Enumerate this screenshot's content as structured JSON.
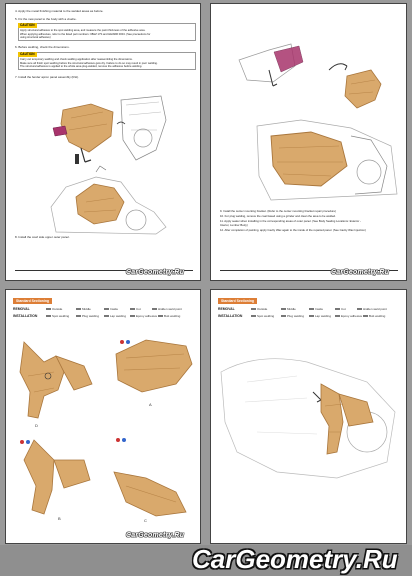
{
  "page1": {
    "steps": [
      "4. Apply the metal finishing material to the welded areas as before.",
      "5. Fix the new panel to the body with a visehe.",
      "6. Before welding, check the dimensions.",
      "7. Install the fender apron panel assembly (RH)."
    ],
    "caution1_label": "CAUTION",
    "caution1_lines": [
      "Apply structural adhesive to the spot welding area, and measure the paint thickness of the adhesive area.",
      "When applying adhesives, refer to the listed part numbers: 08HZ 17S and HE4996 0004. (See precautions for",
      "using structural adhesive)"
    ],
    "caution2_label": "CAUTION",
    "caution2_lines": [
      "Carry out temporary welding and check welding application after reassembling the dimensions.",
      "Make sure all finish spot welding before the structural adhesive gets dry. Failure to do so may result in poor welding.",
      "The structural adhesive is applied to the whole area plug-welded, remove the adhesive before welding."
    ],
    "step8": "8. Install the cowl side upper outer panel.",
    "watermark": "CarGeometry.Ru"
  },
  "page2": {
    "steps": [
      "9. Install the center mounting bracket. (Refer to the center mounting bracket repair procedure)",
      "10. For plug welding, remove the coat based using a grinder and clean the area to be welded.",
      "11. Apply sealer when installing in the corresponding areas of outer panel. (See Body Sealing Locations: Exterior -",
      "     Interior, Lumber Body)",
      "12. After completion of painting, apply Cavity Wax again to the inside of the repaired panel. (See Cavity Wax Injection)"
    ],
    "watermark": "CarGeometry.Ru"
  },
  "page3": {
    "tag": "Standard Sectioning",
    "removal_label": "REMOVAL",
    "installation_label": "INSTALLATION",
    "removal_items": [
      "Outside",
      "Middle",
      "Inside",
      "Cut",
      "Hidden weld point"
    ],
    "installation_items": [
      "Spot welding",
      "Plug welding",
      "Lap welding",
      "Epoxy adhesive",
      "Butt welding"
    ],
    "labels": [
      "A",
      "B",
      "C",
      "D"
    ],
    "watermark": "CarGeometry.Ru"
  },
  "page4": {
    "tag": "Standard Sectioning",
    "removal_label": "REMOVAL",
    "installation_label": "INSTALLATION",
    "removal_items": [
      "Outside",
      "Middle",
      "Inside",
      "Cut",
      "Hidden weld point"
    ],
    "installation_items": [
      "Spot welding",
      "Plug welding",
      "Lap welding",
      "Epoxy adhesive",
      "Butt welding"
    ]
  },
  "footer": {
    "watermark": "CarGeometry.Ru"
  },
  "colors": {
    "panel": "#d9a96c",
    "panel_dark": "#a9763c",
    "caution": "#f3c400",
    "tag": "#dd7e36",
    "background": "#9a9a9a"
  }
}
